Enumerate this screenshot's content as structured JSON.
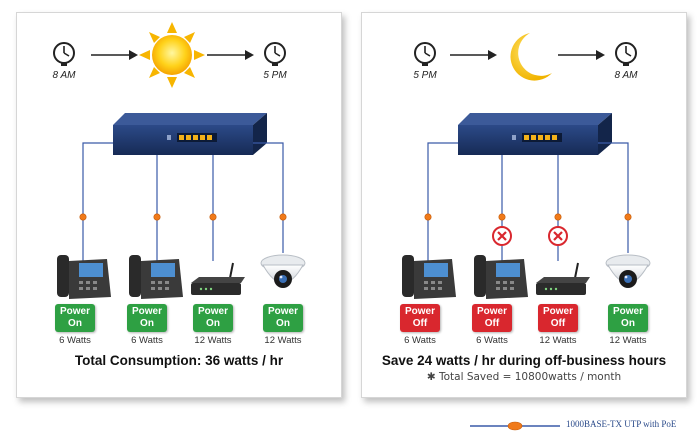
{
  "day": {
    "start_time": "8 AM",
    "end_time": "5 PM",
    "headline": "Total Consumption: 36 watts / hr",
    "devices": [
      {
        "type": "ip-phone",
        "status_line1": "Power",
        "status_line2": "On",
        "status": "on",
        "watts": "6 Watts"
      },
      {
        "type": "ip-phone",
        "status_line1": "Power",
        "status_line2": "On",
        "status": "on",
        "watts": "6 Watts"
      },
      {
        "type": "wireless-ap",
        "status_line1": "Power",
        "status_line2": "On",
        "status": "on",
        "watts": "12 Watts"
      },
      {
        "type": "dome-camera",
        "status_line1": "Power",
        "status_line2": "On",
        "status": "on",
        "watts": "12 Watts"
      }
    ]
  },
  "night": {
    "start_time": "5 PM",
    "end_time": "8 AM",
    "headline": "Save 24 watts / hr during off-business hours",
    "subline": "✱ Total Saved = 10800watts / month",
    "devices": [
      {
        "type": "ip-phone",
        "status_line1": "Power",
        "status_line2": "Off",
        "status": "off",
        "watts": "6 Watts",
        "cut": false
      },
      {
        "type": "ip-phone",
        "status_line1": "Power",
        "status_line2": "Off",
        "status": "off",
        "watts": "6 Watts",
        "cut": true
      },
      {
        "type": "wireless-ap",
        "status_line1": "Power",
        "status_line2": "Off",
        "status": "off",
        "watts": "12 Watts",
        "cut": true
      },
      {
        "type": "dome-camera",
        "status_line1": "Power",
        "status_line2": "On",
        "status": "on",
        "watts": "12 Watts",
        "cut": false
      }
    ]
  },
  "legend": {
    "label": "1000BASE-TX UTP with PoE"
  },
  "colors": {
    "cable": "#3a5aa8",
    "poe_on": "#2ea043",
    "poe_off": "#d9272e",
    "injector": "#f07a1a",
    "switch": "#1f3566"
  }
}
